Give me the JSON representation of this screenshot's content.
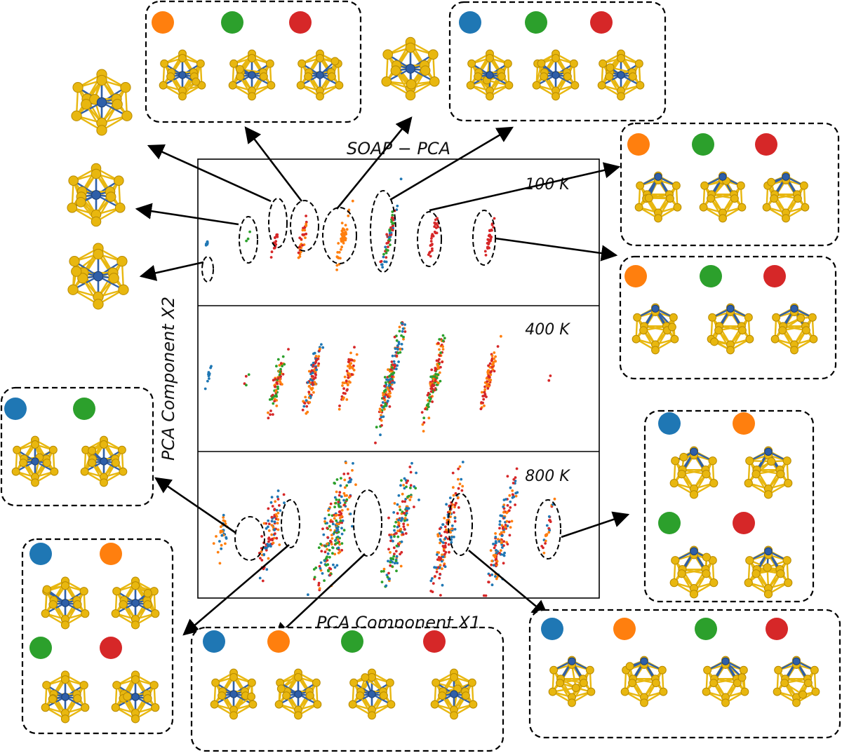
{
  "figure": {
    "title": "SOAP − PCA",
    "xlabel": "PCA Component X1",
    "ylabel": "PCA Component X2",
    "colors": {
      "blue": "#1f77b4",
      "orange": "#ff7f0e",
      "green": "#2ca02c",
      "red": "#d62728",
      "gold": "#e8b70f",
      "gold_dark": "#b88a00",
      "core": "#2f5fa8"
    }
  },
  "chart_data": {
    "type": "scatter",
    "title": "SOAP − PCA",
    "xlabel": "PCA Component X1",
    "ylabel": "PCA Component X2",
    "grid": false,
    "panels": [
      {
        "label": "100 K",
        "clusters": [
          {
            "x": 0.025,
            "colors": [
              "blue"
            ],
            "n": 6,
            "spread": 0.004,
            "height": 0.12
          },
          {
            "x": 0.125,
            "colors": [
              "green"
            ],
            "n": 3,
            "spread": 0.006,
            "height": 0.12
          },
          {
            "x": 0.195,
            "colors": [
              "red"
            ],
            "n": 16,
            "spread": 0.009,
            "height": 0.22
          },
          {
            "x": 0.26,
            "colors": [
              "red",
              "orange"
            ],
            "n": 30,
            "spread": 0.012,
            "height": 0.28
          },
          {
            "x": 0.36,
            "colors": [
              "orange"
            ],
            "n": 50,
            "spread": 0.016,
            "height": 0.32
          },
          {
            "x": 0.475,
            "colors": [
              "blue",
              "green",
              "red"
            ],
            "n": 60,
            "spread": 0.012,
            "height": 0.55
          },
          {
            "x": 0.585,
            "colors": [
              "red"
            ],
            "n": 35,
            "spread": 0.011,
            "height": 0.28
          },
          {
            "x": 0.725,
            "colors": [
              "red"
            ],
            "n": 30,
            "spread": 0.009,
            "height": 0.26
          }
        ]
      },
      {
        "label": "400 K",
        "clusters": [
          {
            "x": 0.025,
            "colors": [
              "blue"
            ],
            "n": 12,
            "spread": 0.004,
            "height": 0.16
          },
          {
            "x": 0.12,
            "colors": [
              "green",
              "red"
            ],
            "n": 4,
            "spread": 0.01,
            "height": 0.2
          },
          {
            "x": 0.2,
            "colors": [
              "red",
              "orange",
              "green"
            ],
            "n": 70,
            "spread": 0.018,
            "height": 0.45
          },
          {
            "x": 0.285,
            "colors": [
              "red",
              "orange",
              "blue"
            ],
            "n": 90,
            "spread": 0.02,
            "height": 0.45
          },
          {
            "x": 0.375,
            "colors": [
              "red",
              "orange"
            ],
            "n": 55,
            "spread": 0.016,
            "height": 0.4
          },
          {
            "x": 0.48,
            "colors": [
              "blue",
              "red",
              "orange",
              "green"
            ],
            "n": 160,
            "spread": 0.02,
            "height": 0.7
          },
          {
            "x": 0.59,
            "colors": [
              "red",
              "orange",
              "green"
            ],
            "n": 120,
            "spread": 0.018,
            "height": 0.5
          },
          {
            "x": 0.725,
            "colors": [
              "red",
              "orange"
            ],
            "n": 70,
            "spread": 0.014,
            "height": 0.45
          },
          {
            "x": 0.875,
            "colors": [
              "red"
            ],
            "n": 2,
            "spread": 0.004,
            "height": 0.05
          }
        ]
      },
      {
        "label": "800 K",
        "clusters": [
          {
            "x": 0.06,
            "colors": [
              "blue",
              "orange"
            ],
            "n": 30,
            "spread": 0.03,
            "height": 0.3
          },
          {
            "x": 0.18,
            "colors": [
              "red",
              "orange",
              "blue"
            ],
            "n": 90,
            "spread": 0.035,
            "height": 0.55
          },
          {
            "x": 0.34,
            "colors": [
              "red",
              "orange",
              "blue",
              "green"
            ],
            "n": 200,
            "spread": 0.05,
            "height": 0.8
          },
          {
            "x": 0.5,
            "colors": [
              "blue",
              "orange",
              "red",
              "green"
            ],
            "n": 150,
            "spread": 0.04,
            "height": 0.85
          },
          {
            "x": 0.62,
            "colors": [
              "red",
              "orange",
              "blue"
            ],
            "n": 140,
            "spread": 0.03,
            "height": 0.8
          },
          {
            "x": 0.76,
            "colors": [
              "red",
              "orange",
              "blue"
            ],
            "n": 140,
            "spread": 0.03,
            "height": 0.75
          },
          {
            "x": 0.87,
            "colors": [
              "red",
              "orange",
              "blue"
            ],
            "n": 25,
            "spread": 0.012,
            "height": 0.4
          }
        ]
      }
    ]
  },
  "insets": {
    "top_1": [
      "orange",
      "green",
      "red"
    ],
    "top_2": [
      "blue",
      "green",
      "red"
    ],
    "right_1": [
      "orange",
      "green",
      "red"
    ],
    "right_2": [
      "orange",
      "green",
      "red"
    ],
    "left_mid": [
      "blue",
      "green"
    ],
    "right_mid": [
      "blue",
      "orange",
      "green",
      "red"
    ],
    "bottom_left": [
      "blue",
      "orange",
      "green",
      "red"
    ],
    "bottom_mid": [
      "blue",
      "orange",
      "green",
      "red"
    ],
    "bottom_right": [
      "blue",
      "orange",
      "green",
      "red"
    ]
  }
}
